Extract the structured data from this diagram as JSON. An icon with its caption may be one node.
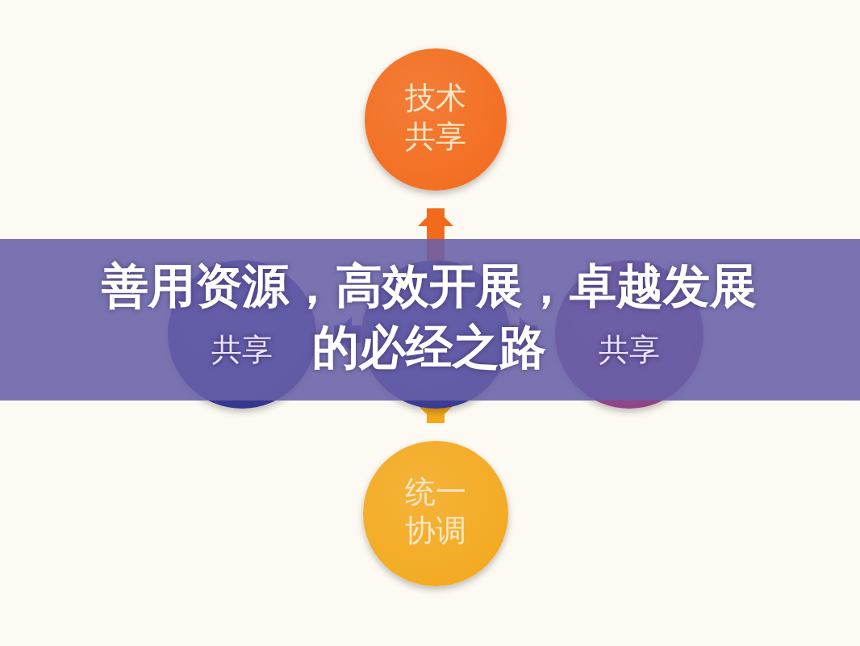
{
  "diagram": {
    "title": "善用资源，高效开展，卓越发展的必经之路",
    "nodes": [
      {
        "text": [
          "技术共享"
        ]
      },
      {
        "text": [
          "共享"
        ]
      },
      {
        "text": [],
        "shape": "circle"
      },
      {
        "text": [
          "共享"
        ]
      },
      {
        "text": [
          "统一协调"
        ]
      }
    ],
    "edges": [
      {
        "from": 2,
        "to": 0,
        "arrow": "to",
        "color": "#f26a1b"
      },
      {
        "from": 2,
        "to": 1,
        "arrow": "to",
        "color": "#2e2f8a"
      },
      {
        "from": 2,
        "to": 3,
        "arrow": "to",
        "color": "#8a3f80"
      },
      {
        "from": 2,
        "to": 4,
        "arrow": "to",
        "color": "#f3a81c"
      }
    ]
  }
}
